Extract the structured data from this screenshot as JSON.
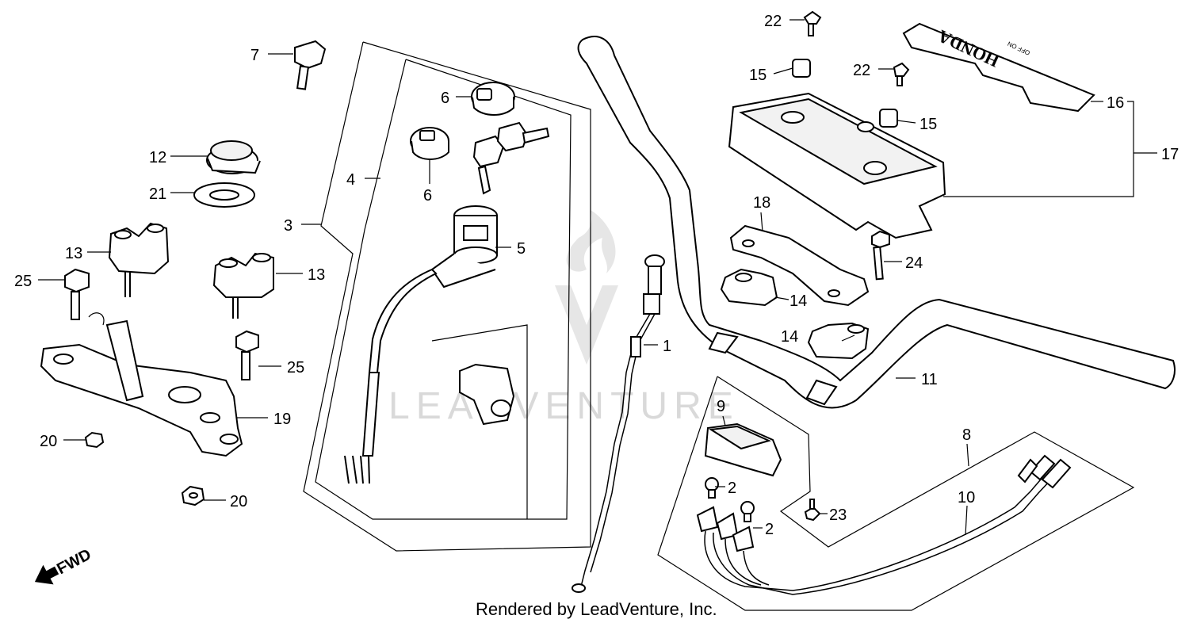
{
  "diagram": {
    "watermark": "LEADVENTURE",
    "credit": "Rendered by LeadVenture, Inc.",
    "direction_indicator": "FWD",
    "cover_brand_text": "HONDA",
    "cover_switch_text": "OFF ON",
    "callouts": {
      "p1": "1",
      "p2a": "2",
      "p2b": "2",
      "p3": "3",
      "p4": "4",
      "p5": "5",
      "p6a": "6",
      "p6b": "6",
      "p7": "7",
      "p8": "8",
      "p9": "9",
      "p10": "10",
      "p11": "11",
      "p12": "12",
      "p13a": "13",
      "p13b": "13",
      "p14a": "14",
      "p14b": "14",
      "p15a": "15",
      "p15b": "15",
      "p16": "16",
      "p17": "17",
      "p18": "18",
      "p19": "19",
      "p20a": "20",
      "p20b": "20",
      "p21": "21",
      "p22a": "22",
      "p22b": "22",
      "p23": "23",
      "p24": "24",
      "p25a": "25",
      "p25b": "25"
    }
  }
}
